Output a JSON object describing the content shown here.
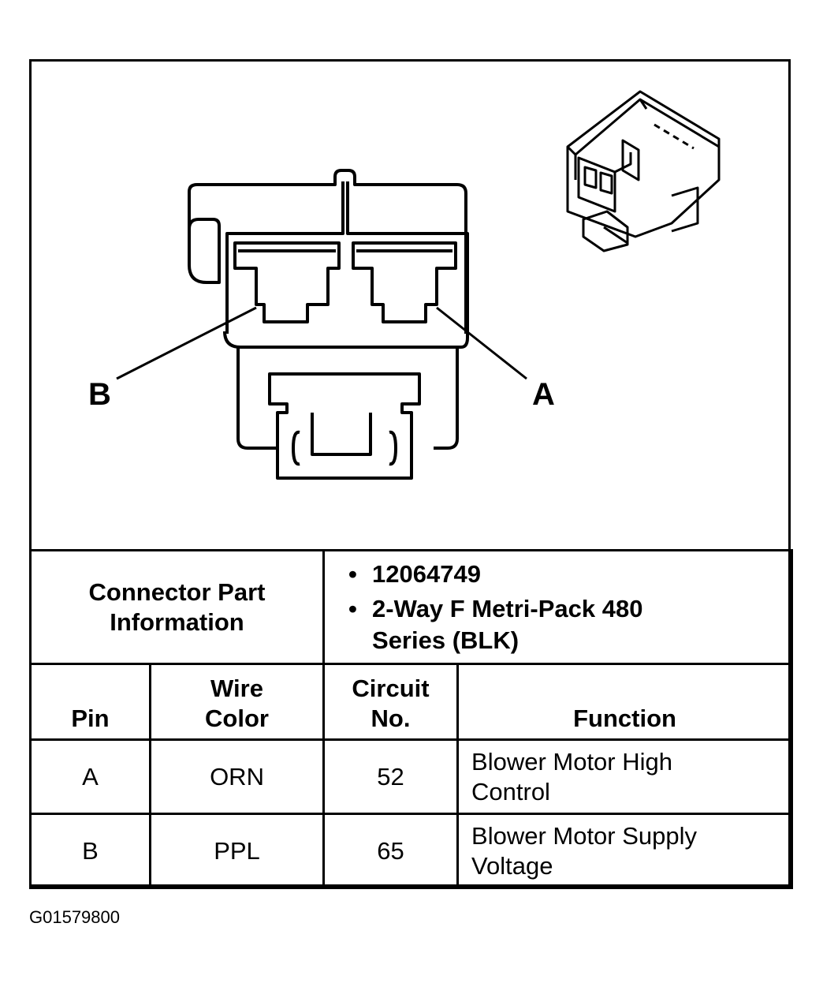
{
  "diagram": {
    "pin_b_label": "B",
    "pin_a_label": "A"
  },
  "connector_info": {
    "label": "Connector Part Information",
    "items": [
      "12064749",
      "2-Way F Metri-Pack 480 Series (BLK)"
    ]
  },
  "table": {
    "headers": {
      "pin": "Pin",
      "wire_color": "Wire Color",
      "circuit_no": "Circuit No.",
      "function": "Function"
    },
    "rows": [
      {
        "pin": "A",
        "wire_color": "ORN",
        "circuit_no": "52",
        "function": "Blower Motor High Control"
      },
      {
        "pin": "B",
        "wire_color": "PPL",
        "circuit_no": "65",
        "function": "Blower Motor Supply Voltage"
      }
    ]
  },
  "figure_id": "G01579800"
}
